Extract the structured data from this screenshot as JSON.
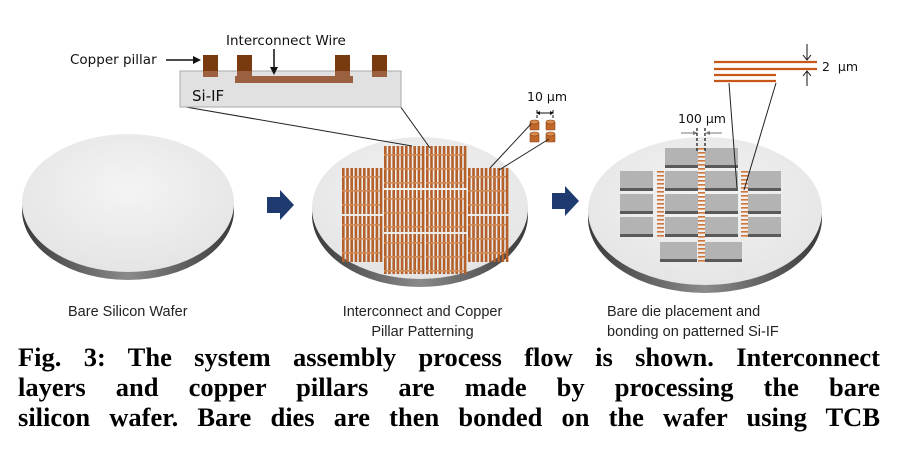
{
  "figure": {
    "callouts": {
      "copper_pillar": "Copper pillar",
      "interconnect_wire": "Interconnect Wire",
      "si_if": "Si-IF",
      "pillar_pitch": "10 µm",
      "die_gap": "100 µm",
      "wire_pitch": "2  µm"
    },
    "stages": [
      {
        "label_lines": [
          "Bare Silicon Wafer"
        ]
      },
      {
        "label_lines": [
          "Interconnect and Copper",
          "Pillar Patterning"
        ]
      },
      {
        "label_lines": [
          "Bare die placement and",
          "bonding on patterned Si-IF"
        ]
      }
    ],
    "colors": {
      "copper_dark": "#7a3a10",
      "copper_wire": "#9a6040",
      "copper_line": "#c8581a",
      "wafer_top": "#eeeeee",
      "wafer_edge": "#6f6f6f",
      "arrow": "#1f3a6e",
      "die": "#b3b3b3",
      "die_edge": "#5a5a5a"
    }
  },
  "caption": {
    "lines": [
      "Fig. 3: The system assembly process flow is shown. Interconnect",
      "layers and copper pillars are made by processing the bare",
      "silicon wafer. Bare dies are then bonded on the wafer using TCB"
    ]
  }
}
